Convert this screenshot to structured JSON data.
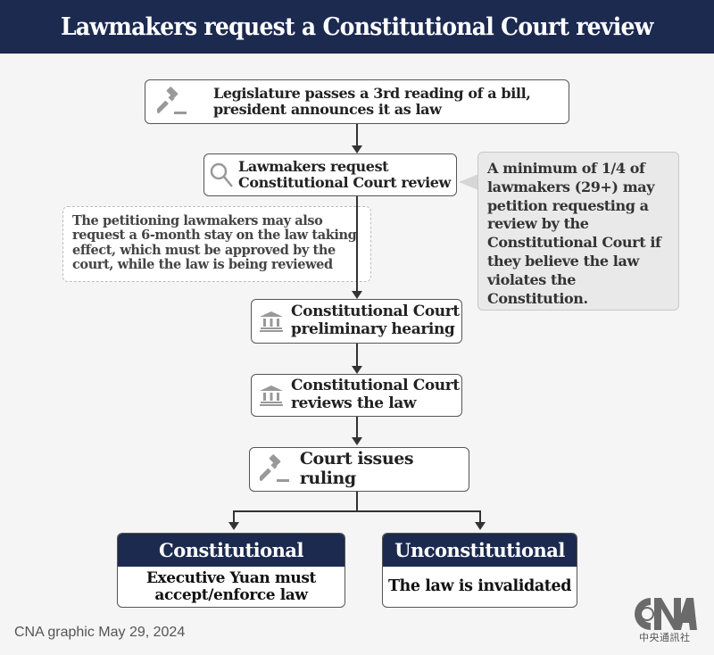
{
  "header": {
    "title": "Lawmakers request a Constitutional Court review"
  },
  "flow": {
    "step1": {
      "icon": "gavel-icon",
      "text_line1": "Legislature passes a 3rd reading of a bill,",
      "text_line2": "president announces it as law"
    },
    "step2": {
      "icon": "magnifier-icon",
      "text_line1": "Lawmakers request",
      "text_line2": "Constitutional Court review"
    },
    "step3": {
      "icon": "courthouse-icon",
      "text_line1": "Constitutional Court",
      "text_line2": "preliminary hearing"
    },
    "step4": {
      "icon": "courthouse-icon",
      "text_line1": "Constitutional Court",
      "text_line2": "reviews the law"
    },
    "step5": {
      "icon": "gavel-icon",
      "text": "Court issues ruling"
    }
  },
  "note": {
    "lines": [
      "The petitioning lawmakers may also",
      "request a 6-month stay on the law taking",
      "effect, which must be approved by the",
      "court, while the law is being reviewed"
    ]
  },
  "callout": {
    "lines": [
      "A minimum of 1/4 of",
      "lawmakers (29+) may",
      "petition requesting a",
      "review by the",
      "Constitutional Court if",
      "they believe the law",
      "violates the Constitution."
    ]
  },
  "outcomes": {
    "constitutional": {
      "title": "Constitutional",
      "line1": "Executive Yuan must",
      "line2": "accept/enforce law"
    },
    "unconstitutional": {
      "title": "Unconstitutional",
      "line1": "The law is invalidated"
    }
  },
  "footer": {
    "credit": "CNA graphic May 29, 2024"
  },
  "logo": {
    "text": "CNA",
    "chinese": "中央通訊社"
  },
  "colors": {
    "navy": "#1c2a50",
    "background": "#f5f5f5",
    "icon_gray": "#999999",
    "callout_bg": "#e9e9e9"
  }
}
